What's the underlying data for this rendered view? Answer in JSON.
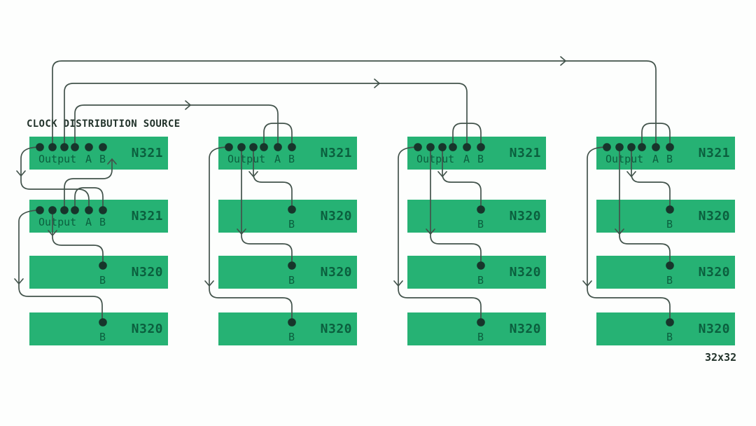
{
  "title": "CLOCK DISTRIBUTION SOURCE",
  "footnote": "32x32",
  "colors": {
    "box": "#26b274",
    "label": "#0b5f3e",
    "line": "#42534b",
    "dot": "#17352b",
    "title": "#22332b"
  },
  "port_labels": {
    "output": "Output",
    "a": "A",
    "b": "B"
  },
  "devices": {
    "columns": [
      {
        "units": [
          {
            "model": "N321"
          },
          {
            "model": "N321"
          },
          {
            "model": "N320"
          },
          {
            "model": "N320"
          }
        ]
      },
      {
        "units": [
          {
            "model": "N321"
          },
          {
            "model": "N320"
          },
          {
            "model": "N320"
          },
          {
            "model": "N320"
          }
        ]
      },
      {
        "units": [
          {
            "model": "N321"
          },
          {
            "model": "N320"
          },
          {
            "model": "N320"
          },
          {
            "model": "N320"
          }
        ]
      },
      {
        "units": [
          {
            "model": "N321"
          },
          {
            "model": "N320"
          },
          {
            "model": "N320"
          },
          {
            "model": "N320"
          }
        ]
      }
    ]
  }
}
